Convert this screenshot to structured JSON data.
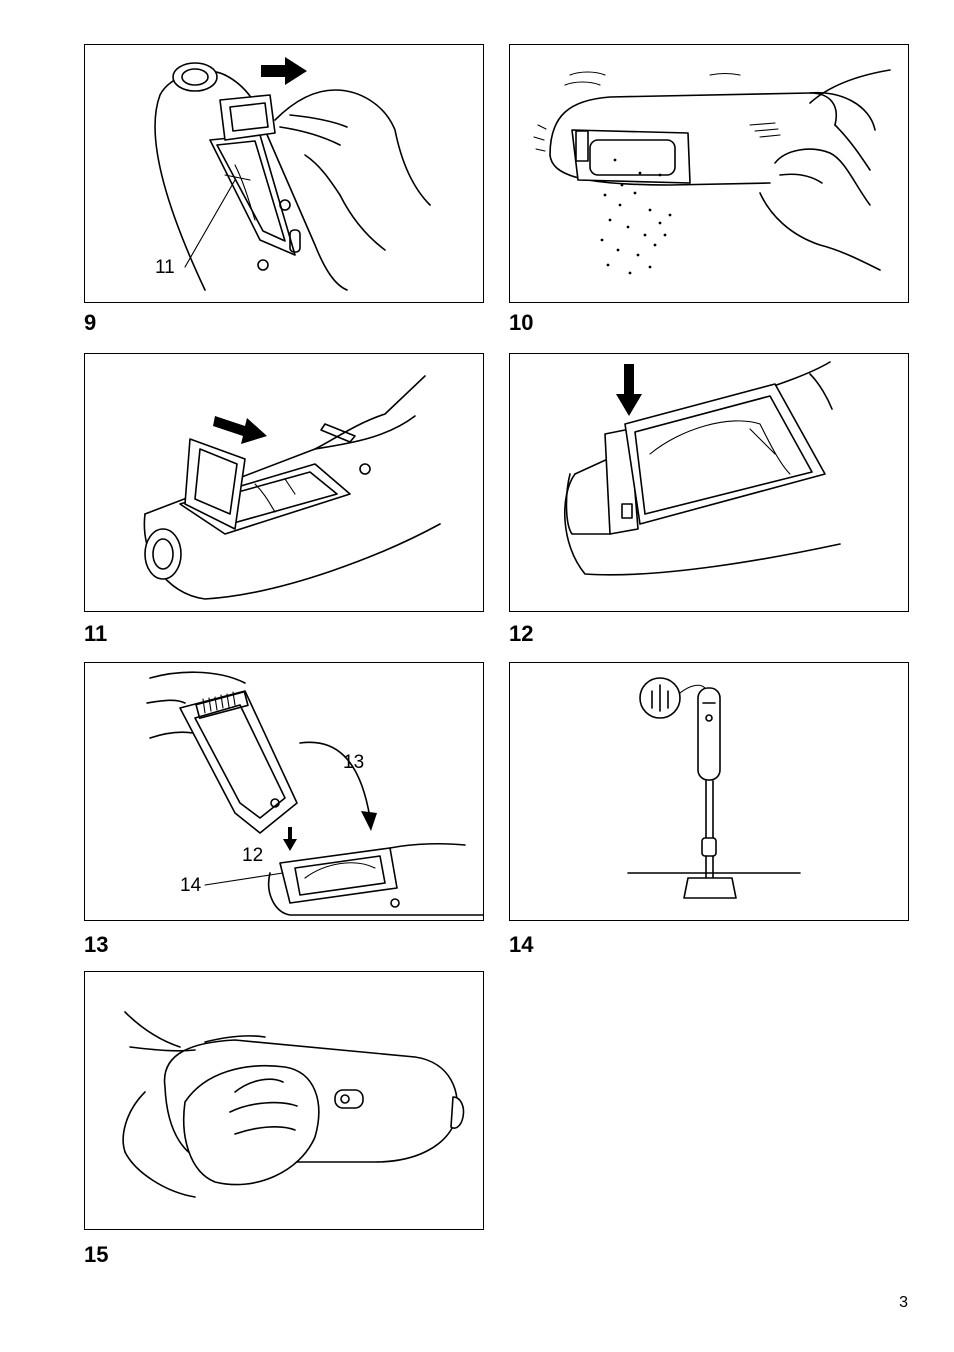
{
  "figures": [
    {
      "number": "9",
      "callouts": [
        "11"
      ]
    },
    {
      "number": "10",
      "callouts": []
    },
    {
      "number": "11",
      "callouts": []
    },
    {
      "number": "12",
      "callouts": []
    },
    {
      "number": "13",
      "callouts": [
        "13",
        "12",
        "14"
      ]
    },
    {
      "number": "14",
      "callouts": []
    },
    {
      "number": "15",
      "callouts": []
    }
  ],
  "page_number": "3"
}
